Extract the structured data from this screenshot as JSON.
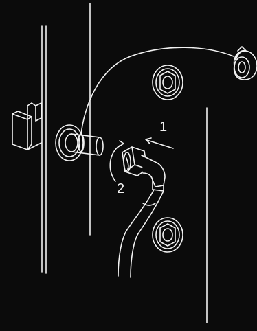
{
  "steps": [
    {
      "number": "1",
      "action": "push-arrow"
    },
    {
      "number": "2",
      "action": "rotate-arrow"
    }
  ],
  "colors": {
    "background": "#0b0b0b",
    "line": "#f2f2f2"
  },
  "icons": [
    "tape-roll-icon",
    "wall-bracket-icon",
    "hex-nut-icon",
    "pipe-fitting-icon",
    "hose-icon"
  ]
}
